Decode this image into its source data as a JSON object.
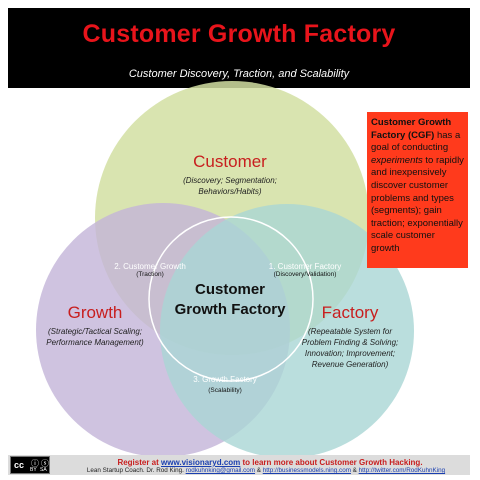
{
  "header": {
    "title": "Customer Growth Factory",
    "subtitle": "Customer Discovery, Traction, and Scalability"
  },
  "circles": {
    "customer": {
      "title": "Customer",
      "subtitle_line1": "(Discovery; Segmentation;",
      "subtitle_line2": "Behaviors/Habits)",
      "color": "#d2dfa2"
    },
    "growth": {
      "title": "Growth",
      "subtitle_line1": "(Strategic/Tactical Scaling;",
      "subtitle_line2": "Performance Management)",
      "color": "#c3b4d8"
    },
    "factory": {
      "title": "Factory",
      "subtitle_line1": "(Repeatable System for",
      "subtitle_line2": "Problem Finding & Solving;",
      "subtitle_line3": "Innovation; Improvement;",
      "subtitle_line4": "Revenue Generation)",
      "color": "#a9d6d5"
    }
  },
  "overlaps": {
    "customer_growth": {
      "title": "2. Customer Growth",
      "subtitle": "(Traction)"
    },
    "customer_factory": {
      "title": "1. Customer Factory",
      "subtitle": "(Discovery/Validation)"
    },
    "growth_factory": {
      "title": "3. Growth Factory",
      "subtitle": "(Scalability)"
    }
  },
  "center": {
    "line1": "Customer",
    "line2": "Growth Factory"
  },
  "note": {
    "bold": "Customer Growth Factory (CGF)",
    "text1": " has a goal of conducting ",
    "italic": "experiments",
    "text2": " to rapidly and inexpensively discover customer problems and types (segments); gain traction; exponentially scale customer growth",
    "color": "#ff3a1c"
  },
  "footer": {
    "line1_pre": "Register at ",
    "line1_link": "www.visionaryd.com",
    "line1_post": " to learn more about Customer Growth Hacking.",
    "line2_pre": "Lean Startup Coach. Dr. Rod King. ",
    "email": "rodkuhnking@gmail.com",
    "amp1": " & ",
    "link2": "http://businessmodels.ning.com",
    "amp2": " & ",
    "link3": "http://twitter.com/RodKuhnKing",
    "license_badge": "cc",
    "license_by": "BY",
    "license_sa": "SA"
  }
}
